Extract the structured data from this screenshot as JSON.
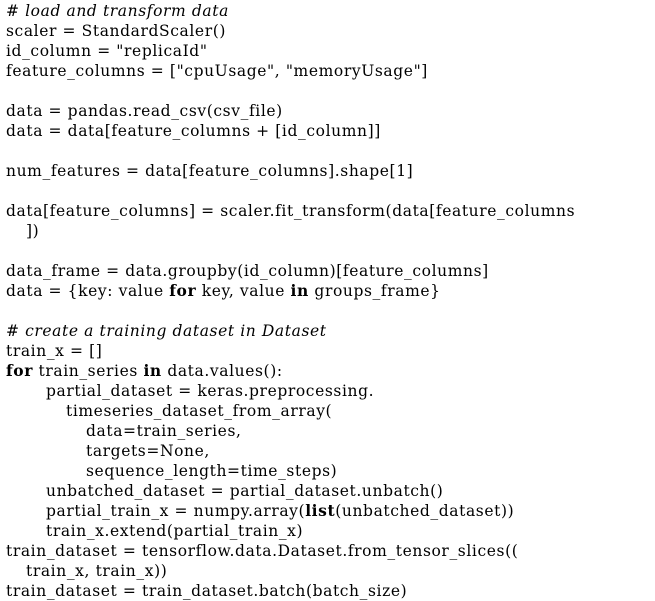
{
  "code_lines": [
    {
      "indent": 0,
      "tokens": [
        {
          "t": "# load and transform data",
          "k": "comment"
        }
      ]
    },
    {
      "indent": 0,
      "tokens": [
        {
          "t": "scaler = StandardScaler()",
          "k": "plain"
        }
      ]
    },
    {
      "indent": 0,
      "tokens": [
        {
          "t": "id_column = \"replicaId\"",
          "k": "plain"
        }
      ]
    },
    {
      "indent": 0,
      "tokens": [
        {
          "t": "feature_columns = [\"cpuUsage\", \"memoryUsage\"]",
          "k": "plain"
        }
      ]
    },
    {
      "indent": 0,
      "tokens": []
    },
    {
      "indent": 0,
      "tokens": [
        {
          "t": "data = pandas.read_csv(csv_file)",
          "k": "plain"
        }
      ]
    },
    {
      "indent": 0,
      "tokens": [
        {
          "t": "data = data[feature_columns + [id_column]]",
          "k": "plain"
        }
      ]
    },
    {
      "indent": 0,
      "tokens": []
    },
    {
      "indent": 0,
      "tokens": [
        {
          "t": "num_features = data[feature_columns].shape[1]",
          "k": "plain"
        }
      ]
    },
    {
      "indent": 0,
      "tokens": []
    },
    {
      "indent": 0,
      "tokens": [
        {
          "t": "data[feature_columns] = scaler.fit_transform(data[feature_columns",
          "k": "plain"
        }
      ]
    },
    {
      "indent": 1,
      "tokens": [
        {
          "t": "])",
          "k": "plain"
        }
      ]
    },
    {
      "indent": 0,
      "tokens": []
    },
    {
      "indent": 0,
      "tokens": [
        {
          "t": "data_frame = data.groupby(id_column)[feature_columns]",
          "k": "plain"
        }
      ]
    },
    {
      "indent": 0,
      "tokens": [
        {
          "t": "data = {key: value ",
          "k": "plain"
        },
        {
          "t": "for",
          "k": "kw"
        },
        {
          "t": " key, value ",
          "k": "plain"
        },
        {
          "t": "in",
          "k": "kw"
        },
        {
          "t": " groups_frame}",
          "k": "plain"
        }
      ]
    },
    {
      "indent": 0,
      "tokens": []
    },
    {
      "indent": 0,
      "tokens": [
        {
          "t": "# create a training dataset in Dataset",
          "k": "comment"
        }
      ]
    },
    {
      "indent": 0,
      "tokens": [
        {
          "t": "train_x = []",
          "k": "plain"
        }
      ]
    },
    {
      "indent": 0,
      "tokens": [
        {
          "t": "for",
          "k": "kw"
        },
        {
          "t": " train_series ",
          "k": "plain"
        },
        {
          "t": "in",
          "k": "kw"
        },
        {
          "t": " data.values():",
          "k": "plain"
        }
      ]
    },
    {
      "indent": 2,
      "tokens": [
        {
          "t": "partial_dataset = keras.preprocessing.",
          "k": "plain"
        }
      ]
    },
    {
      "indent": 3,
      "tokens": [
        {
          "t": "timeseries_dataset_from_array(",
          "k": "plain"
        }
      ]
    },
    {
      "indent": 4,
      "tokens": [
        {
          "t": "data=train_series,",
          "k": "plain"
        }
      ]
    },
    {
      "indent": 4,
      "tokens": [
        {
          "t": "targets=None,",
          "k": "plain"
        }
      ]
    },
    {
      "indent": 4,
      "tokens": [
        {
          "t": "sequence_length=time_steps)",
          "k": "plain"
        }
      ]
    },
    {
      "indent": 2,
      "tokens": [
        {
          "t": "unbatched_dataset = partial_dataset.unbatch()",
          "k": "plain"
        }
      ]
    },
    {
      "indent": 2,
      "tokens": [
        {
          "t": "partial_train_x = numpy.array(",
          "k": "plain"
        },
        {
          "t": "list",
          "k": "kw"
        },
        {
          "t": "(unbatched_dataset))",
          "k": "plain"
        }
      ]
    },
    {
      "indent": 2,
      "tokens": [
        {
          "t": "train_x.extend(partial_train_x)",
          "k": "plain"
        }
      ]
    },
    {
      "indent": 0,
      "tokens": [
        {
          "t": "train_dataset = tensorflow.data.Dataset.from_tensor_slices((",
          "k": "plain"
        }
      ]
    },
    {
      "indent": 1,
      "tokens": [
        {
          "t": "train_x, train_x))",
          "k": "plain"
        }
      ]
    },
    {
      "indent": 0,
      "tokens": [
        {
          "t": "train_dataset = train_dataset.batch(batch_size)",
          "k": "plain"
        }
      ]
    }
  ]
}
